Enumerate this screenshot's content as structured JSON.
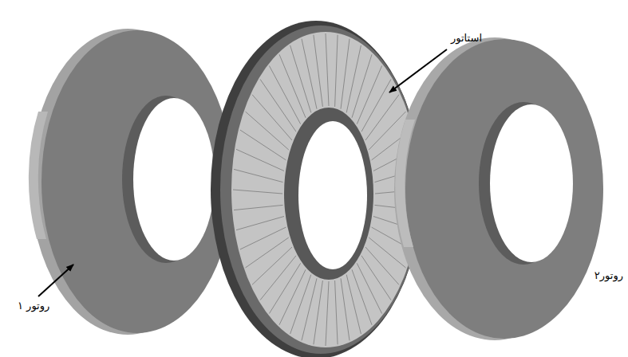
{
  "diagram": {
    "labels": [
      "استاتور",
      "روتور ۱",
      "روتور۲"
    ]
  }
}
